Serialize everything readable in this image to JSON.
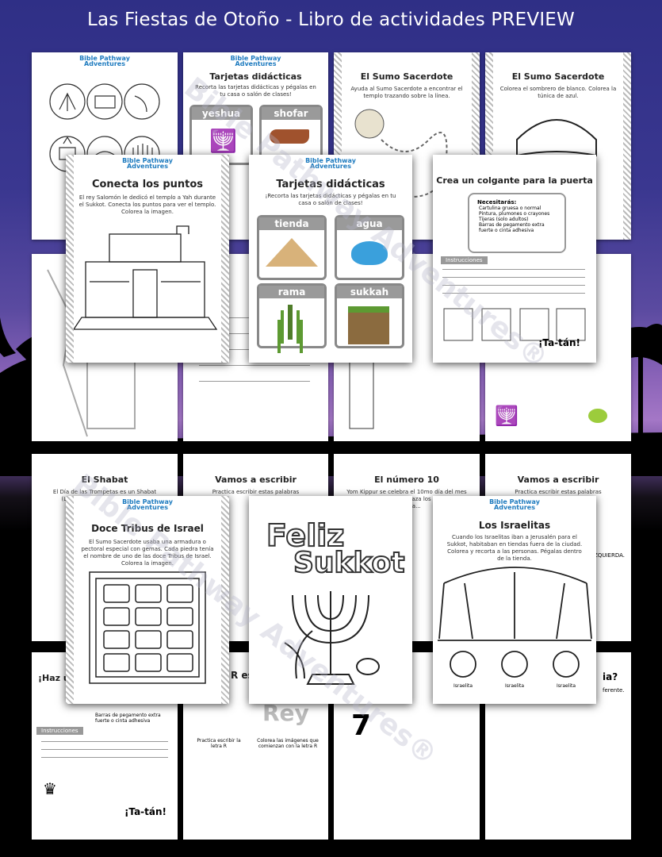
{
  "title": "Las Fiestas de Otoño - Libro de actividades PREVIEW",
  "watermark": "Bible Pathway Adventures®",
  "logo": {
    "top": "Bible Pathway",
    "bottom": "Adventures"
  },
  "pages": {
    "conecta": {
      "title": "Conecta los puntos",
      "text": "El rey Salomón le dedicó el templo a Yah durante el Sukkot. Conecta los puntos para ver el templo. Colorea la imagen."
    },
    "tarjetas_back": {
      "title": "Tarjetas didácticas",
      "text": "Recorta las tarjetas didácticas y pégalas en tu casa o salón de clases!",
      "cards": [
        "yeshua",
        "shofar"
      ]
    },
    "tarjetas_front": {
      "title": "Tarjetas didácticas",
      "text": "¡Recorta las tarjetas didácticas y pégalas en tu casa o salón de clases!",
      "cards": [
        "tienda",
        "agua",
        "rama",
        "sukkah"
      ]
    },
    "sumo1": {
      "title": "El Sumo Sacerdote",
      "text": "Ayuda al Sumo Sacerdote a encontrar el templo trazando sobre la línea."
    },
    "sumo2": {
      "title": "El Sumo Sacerdote",
      "text": "Colorea el sombrero de blanco. Colorea la túnica de azul."
    },
    "colgante": {
      "title": "Crea un colgante para la puerta",
      "needs_title": "Necesitarás:",
      "needs": [
        "Cartulina gruesa o normal",
        "Pintura, plumones o crayones",
        "Tijeras (solo adultos)",
        "Barras de pegamento extra fuerte o cinta adhesiva"
      ],
      "instr_title": "Instrucciones",
      "tatan": "¡Ta-tán!"
    },
    "shabat": {
      "title": "El Shabat",
      "text": "El Día de las Trompetas es un Shabat (Levítico 23). El Shabat es un..."
    },
    "escribir1": {
      "title": "Vamos a escribir",
      "text": "Practica escribir estas palabras"
    },
    "numero": {
      "title": "El número 10",
      "text": "Yom Kippur se celebra el 10mo día del mes Hebreo de Tishrei. Traza los números. Encierra..."
    },
    "escribir2": {
      "title": "Vamos a escribir",
      "text": "Practica escribir estas palabras"
    },
    "tribus": {
      "title": "Doce Tribus de Israel",
      "text": "El Sumo Sacerdote usaba una armadura o pectoral especial con gemas. Cada piedra tenía el nombre de uno de las doce Tribus de Israel. Colorea la imagen."
    },
    "feliz": {
      "line1": "Feliz",
      "line2": "Sukkot"
    },
    "israelitas": {
      "title": "Los Israelitas",
      "text": "Cuando los Israelitas iban a Jerusalén para el Sukkot, habitaban en tiendas fuera de la ciudad. Colorea y recorta a las personas. Pégalas dentro de la tienda.",
      "labels": [
        "Israelita",
        "Israelita",
        "Israelita"
      ]
    },
    "corona": {
      "title": "¡Haz u",
      "instr_title": "Instrucciones",
      "tatan": "¡Ta-tán!",
      "needs_last": "Barras de pegamento extra fuerte o cinta adhesiva"
    },
    "rey": {
      "letter": "R es",
      "word": "Rey",
      "cell1": "Practica escribir la letra R",
      "cell2": "Colorea las imágenes que comienzan con la letra R"
    },
    "siete": {
      "digit": "7"
    },
    "extra": {
      "text": "IZQUIERDA.",
      "corner": "ia?",
      "corner2": "ferente."
    }
  }
}
